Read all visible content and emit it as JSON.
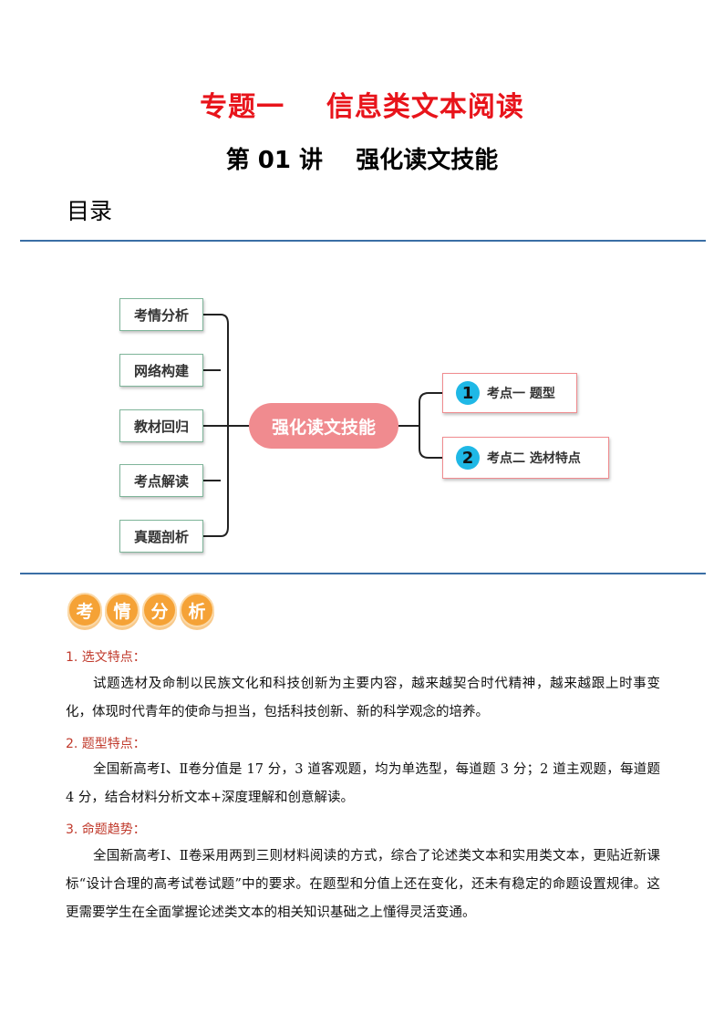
{
  "header": {
    "title": "专题一    信息类文本阅读",
    "subtitle": "第 01 讲    强化读文技能",
    "toc_label": "目录"
  },
  "mindmap": {
    "center": "强化读文技能",
    "left_items": [
      "考情分析",
      "网络构建",
      "教材回归",
      "考点解读",
      "真题剖析"
    ],
    "right_items": [
      {
        "badge": "1",
        "label": "考点一 题型"
      },
      {
        "badge": "2",
        "label": "考点二 选材特点"
      }
    ],
    "colors": {
      "left_border": "#7fb59a",
      "center_fill": "#f08b8f",
      "badge": "#1fb8e6"
    }
  },
  "section": {
    "banner": [
      "考",
      "情",
      "分",
      "析"
    ],
    "items": [
      {
        "heading": "1. 选文特点：",
        "text": "试题选材及命制以民族文化和科技创新为主要内容，越来越契合时代精神，越来越跟上时事变化，体现时代青年的使命与担当，包括科技创新、新的科学观念的培养。"
      },
      {
        "heading": "2. 题型特点：",
        "text": "全国新高考Ⅰ、Ⅱ卷分值是 17 分，3 道客观题，均为单选型，每道题 3 分；2 道主观题，每道题 4 分，结合材料分析文本+深度理解和创意解读。"
      },
      {
        "heading": "3. 命题趋势：",
        "text": "全国新高考Ⅰ、Ⅱ卷采用两到三则材料阅读的方式，综合了论述类文本和实用类文本，更贴近新课标“设计合理的高考试卷试题”中的要求。在题型和分值上还在变化，还未有稳定的命题设置规律。这更需要学生在全面掌握论述类文本的相关知识基础之上懂得灵活变通。"
      }
    ]
  }
}
